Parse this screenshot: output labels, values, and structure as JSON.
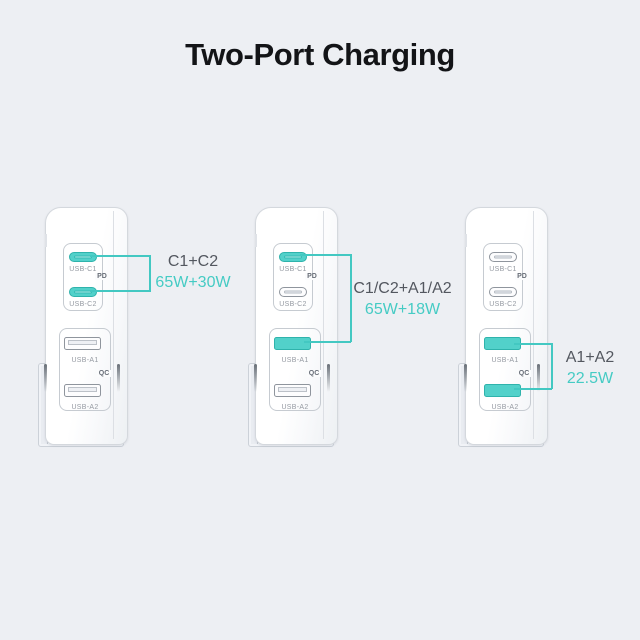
{
  "title": "Two-Port Charging",
  "badges": {
    "pd": "PD",
    "qc": "QC"
  },
  "colors": {
    "background": "#edeff3",
    "accent_teal": "#43c8c2",
    "active_port_fill": "#52d1ca",
    "callout_dark_text": "#53575f",
    "callout_teal_text": "#45cbc4"
  },
  "chargers": [
    {
      "name": "charger-left",
      "ports": [
        {
          "label": "USB-C1",
          "type": "usb-c",
          "active": true
        },
        {
          "label": "USB-C2",
          "type": "usb-c",
          "active": true
        },
        {
          "label": "USB-A1",
          "type": "usb-a",
          "active": false
        },
        {
          "label": "USB-A2",
          "type": "usb-a",
          "active": false
        }
      ],
      "callout": {
        "ports": "C1+C2",
        "power": "65W+30W"
      }
    },
    {
      "name": "charger-middle",
      "ports": [
        {
          "label": "USB-C1",
          "type": "usb-c",
          "active": true
        },
        {
          "label": "USB-C2",
          "type": "usb-c",
          "active": false
        },
        {
          "label": "USB-A1",
          "type": "usb-a",
          "active": true
        },
        {
          "label": "USB-A2",
          "type": "usb-a",
          "active": false
        }
      ],
      "callout": {
        "ports": "C1/C2+A1/A2",
        "power": "65W+18W"
      }
    },
    {
      "name": "charger-right",
      "ports": [
        {
          "label": "USB-C1",
          "type": "usb-c",
          "active": false
        },
        {
          "label": "USB-C2",
          "type": "usb-c",
          "active": false
        },
        {
          "label": "USB-A1",
          "type": "usb-a",
          "active": true
        },
        {
          "label": "USB-A2",
          "type": "usb-a",
          "active": true
        }
      ],
      "callout": {
        "ports": "A1+A2",
        "power": "22.5W"
      }
    }
  ]
}
